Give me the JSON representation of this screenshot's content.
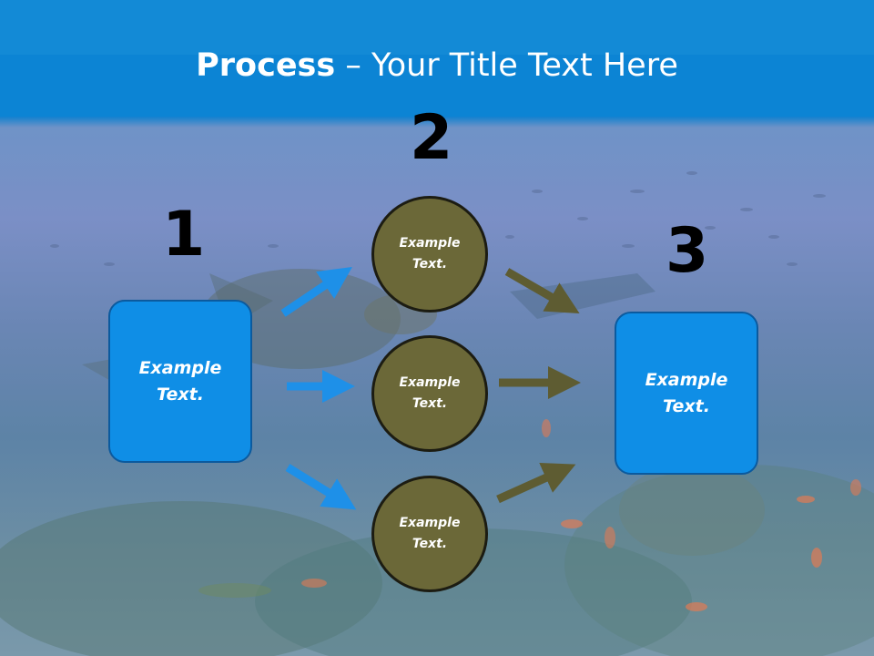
{
  "title": {
    "bold": "Process",
    "rest": " – Your Title Text Here"
  },
  "steps": {
    "n1": "1",
    "n2": "2",
    "n3": "3"
  },
  "left_box": {
    "line1": "Example",
    "line2": "Text."
  },
  "right_box": {
    "line1": "Example",
    "line2": "Text."
  },
  "circles": [
    {
      "line1": "Example",
      "line2": "Text."
    },
    {
      "line1": "Example",
      "line2": "Text."
    },
    {
      "line1": "Example",
      "line2": "Text."
    }
  ],
  "colors": {
    "blue_box": "#0f8ee6",
    "circle_fill": "#6b6838",
    "blue_arrow": "#1e90e8",
    "olive_arrow": "#5e5c32",
    "header": "#0a7fd0"
  }
}
